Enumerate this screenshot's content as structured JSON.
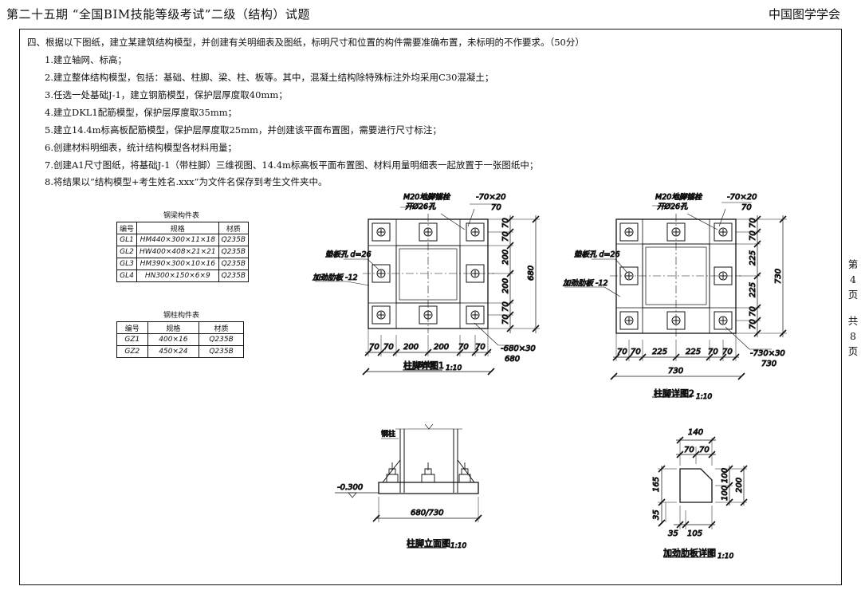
{
  "header": {
    "title": "第二十五期 “全国BIM技能等级考试”二级（结构）试题",
    "org": "中国图学学会"
  },
  "question": {
    "intro": "四、根据以下图纸，建立某建筑结构模型，并创建有关明细表及图纸，标明尺寸和位置的构件需要准确布置，未标明的不作要求。（50分）",
    "items": [
      "1.建立轴网、标高；",
      "2.建立整体结构模型，包括：基础、柱脚、梁、柱、板等。其中，混凝土结构除特殊标注外均采用C30混凝土；",
      "3.任选一处基础J-1，建立钢筋模型，保护层厚度取40mm；",
      "4.建立DKL1配筋模型，保护层厚度取35mm；",
      "5.建立14.4m标高板配筋模型，保护层厚度取25mm，并创建该平面布置图，需要进行尺寸标注；",
      "6.创建材料明细表，统计结构模型各材料用量；",
      "7.创建A1尺寸图纸，将基础J-1（带柱脚）三维视图、14.4m标高板平面布置图、材料用量明细表一起放置于一张图纸中；",
      "8.将结果以“结构模型+考生姓名.xxx”为文件名保存到考生文件夹中。"
    ]
  },
  "side_note": [
    "第",
    "4",
    "页",
    "共",
    "8",
    "页"
  ],
  "beam_table": {
    "title": "钢梁构件表",
    "headers": [
      "编号",
      "规格",
      "材质"
    ],
    "rows": [
      [
        "GL1",
        "HM440×300×11×18",
        "Q235B"
      ],
      [
        "GL2",
        "HW400×408×21×21",
        "Q235B"
      ],
      [
        "GL3",
        "HM390×300×10×16",
        "Q235B"
      ],
      [
        "GL4",
        "HN300×150×6×9",
        "Q235B"
      ]
    ]
  },
  "column_table": {
    "title": "钢柱构件表",
    "headers": [
      "编号",
      "规格",
      "材质"
    ],
    "rows": [
      [
        "GZ1",
        "400×16",
        "Q235B"
      ],
      [
        "GZ2",
        "450×24",
        "Q235B"
      ]
    ]
  },
  "detail1": {
    "anchor": "M20地脚锚栓",
    "hole": "开Ø26孔",
    "plate": "-70×20",
    "plate2": "70",
    "washer": "垫板孔 d=26",
    "stiffener": "加劲肋板 -12",
    "vdims": [
      "70",
      "70",
      "200",
      "200",
      "70",
      "70"
    ],
    "vtotal": "680",
    "hdims": [
      "70",
      "70",
      "200",
      "200",
      "70",
      "70"
    ],
    "htotal": "680",
    "base": "-680×30",
    "base2": "680",
    "caption": "柱脚详图1",
    "scale": "1:10"
  },
  "detail2": {
    "anchor": "M20地脚锚栓",
    "hole": "开Ø26孔",
    "plate": "-70×20",
    "plate2": "70",
    "washer": "垫板孔 d=26",
    "stiffener": "加劲肋板 -12",
    "vdims": [
      "70",
      "70",
      "225",
      "225",
      "70",
      "70"
    ],
    "vtotal": "730",
    "hdims": [
      "70",
      "70",
      "225",
      "225",
      "70",
      "70"
    ],
    "htotal": "730",
    "base": "-730×30",
    "base2": "730",
    "caption": "柱脚详图2",
    "scale": "1:10"
  },
  "elevation": {
    "column": "钢柱",
    "level": "-0.300",
    "width": "680/730",
    "caption": "柱脚立面图",
    "scale": "1:10"
  },
  "stiffener_detail": {
    "top": "140",
    "top_parts": [
      "70",
      "70"
    ],
    "left": "165",
    "left_bottom": "35",
    "right_parts": [
      "100",
      "100"
    ],
    "right_total": "200",
    "bottom_parts": [
      "35",
      "105"
    ],
    "caption": "加劲肋板详图",
    "scale": "1:10"
  }
}
